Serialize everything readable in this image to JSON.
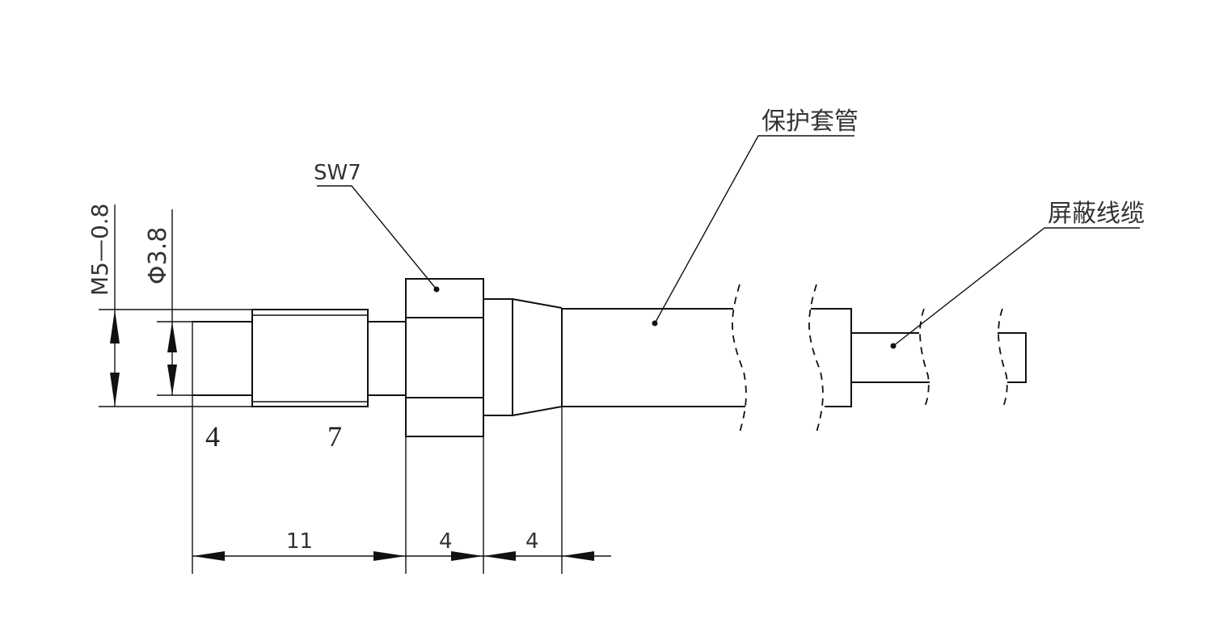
{
  "labels": {
    "hex_nut": "SW7",
    "protective_sleeve": "保护套管",
    "shielded_cable": "屏蔽线缆",
    "thread_spec": "M5—0.8",
    "diameter": "Φ3.8"
  },
  "dimensions": {
    "tip_length": "4",
    "thread_length": "7",
    "total_to_nut": "11",
    "nut_width": "4",
    "collar_width": "4"
  }
}
